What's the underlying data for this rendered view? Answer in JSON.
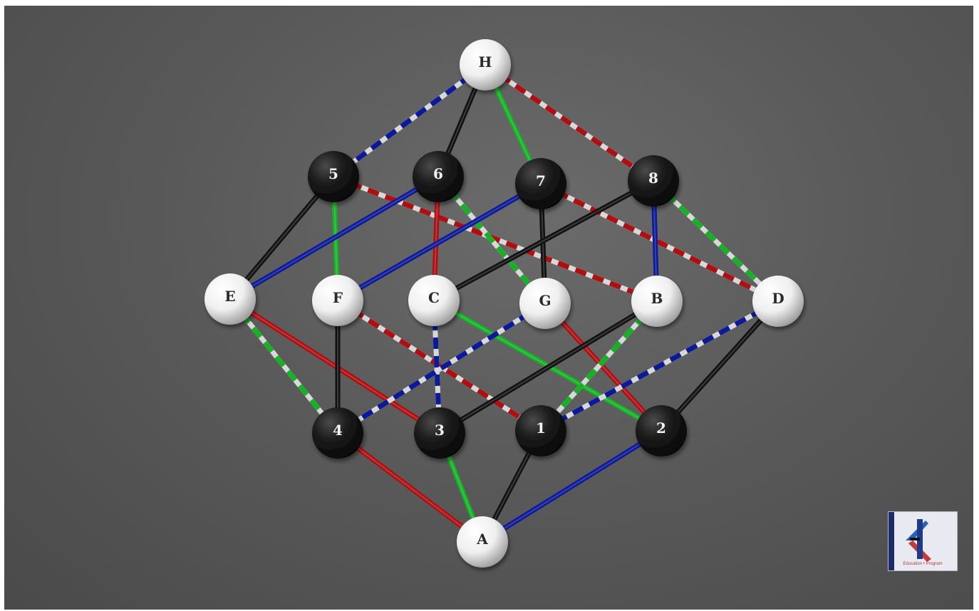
{
  "diagram": {
    "nodes": [
      {
        "id": "H",
        "label": "H",
        "color": "white"
      },
      {
        "id": "5",
        "label": "5",
        "color": "black"
      },
      {
        "id": "6",
        "label": "6",
        "color": "black"
      },
      {
        "id": "7",
        "label": "7",
        "color": "black"
      },
      {
        "id": "8",
        "label": "8",
        "color": "black"
      },
      {
        "id": "E",
        "label": "E",
        "color": "white"
      },
      {
        "id": "F",
        "label": "F",
        "color": "white"
      },
      {
        "id": "C",
        "label": "C",
        "color": "white"
      },
      {
        "id": "G",
        "label": "G",
        "color": "white"
      },
      {
        "id": "B",
        "label": "B",
        "color": "white"
      },
      {
        "id": "D",
        "label": "D",
        "color": "white"
      },
      {
        "id": "4",
        "label": "4",
        "color": "black"
      },
      {
        "id": "3",
        "label": "3",
        "color": "black"
      },
      {
        "id": "1",
        "label": "1",
        "color": "black"
      },
      {
        "id": "2",
        "label": "2",
        "color": "black"
      },
      {
        "id": "A",
        "label": "A",
        "color": "white"
      }
    ],
    "edges": [
      {
        "from": "H",
        "to": "5",
        "color": "blue",
        "style": "dashed"
      },
      {
        "from": "H",
        "to": "6",
        "color": "black",
        "style": "solid"
      },
      {
        "from": "H",
        "to": "7",
        "color": "green",
        "style": "solid"
      },
      {
        "from": "H",
        "to": "8",
        "color": "red",
        "style": "dashed"
      },
      {
        "from": "5",
        "to": "E",
        "color": "black",
        "style": "solid"
      },
      {
        "from": "5",
        "to": "F",
        "color": "green",
        "style": "solid"
      },
      {
        "from": "5",
        "to": "B",
        "color": "red",
        "style": "dashed"
      },
      {
        "from": "6",
        "to": "E",
        "color": "blue",
        "style": "solid"
      },
      {
        "from": "6",
        "to": "C",
        "color": "red",
        "style": "solid"
      },
      {
        "from": "6",
        "to": "G",
        "color": "green",
        "style": "dashed"
      },
      {
        "from": "7",
        "to": "F",
        "color": "blue",
        "style": "solid"
      },
      {
        "from": "7",
        "to": "G",
        "color": "black",
        "style": "solid"
      },
      {
        "from": "7",
        "to": "D",
        "color": "red",
        "style": "dashed"
      },
      {
        "from": "8",
        "to": "C",
        "color": "black",
        "style": "solid"
      },
      {
        "from": "8",
        "to": "B",
        "color": "blue",
        "style": "solid"
      },
      {
        "from": "8",
        "to": "D",
        "color": "green",
        "style": "dashed"
      },
      {
        "from": "E",
        "to": "4",
        "color": "green",
        "style": "dashed"
      },
      {
        "from": "E",
        "to": "3",
        "color": "red",
        "style": "solid"
      },
      {
        "from": "F",
        "to": "4",
        "color": "black",
        "style": "solid"
      },
      {
        "from": "F",
        "to": "1",
        "color": "red",
        "style": "dashed"
      },
      {
        "from": "C",
        "to": "3",
        "color": "blue",
        "style": "dashed"
      },
      {
        "from": "C",
        "to": "2",
        "color": "green",
        "style": "solid"
      },
      {
        "from": "G",
        "to": "4",
        "color": "blue",
        "style": "dashed"
      },
      {
        "from": "G",
        "to": "2",
        "color": "red",
        "style": "solid"
      },
      {
        "from": "B",
        "to": "3",
        "color": "black",
        "style": "solid"
      },
      {
        "from": "B",
        "to": "1",
        "color": "green",
        "style": "dashed"
      },
      {
        "from": "D",
        "to": "1",
        "color": "blue",
        "style": "dashed"
      },
      {
        "from": "D",
        "to": "2",
        "color": "black",
        "style": "solid"
      },
      {
        "from": "4",
        "to": "A",
        "color": "red",
        "style": "solid"
      },
      {
        "from": "3",
        "to": "A",
        "color": "green",
        "style": "solid"
      },
      {
        "from": "1",
        "to": "A",
        "color": "black",
        "style": "solid"
      },
      {
        "from": "2",
        "to": "A",
        "color": "blue",
        "style": "solid"
      }
    ],
    "colors": {
      "red": "#b00f12",
      "green": "#15b226",
      "blue": "#0c1a9a",
      "black": "#111111",
      "dash_light": "#d8d8d8",
      "background": "#5a5a5a"
    }
  },
  "logo": {
    "glyph": "K",
    "caption": "Education • Program"
  }
}
